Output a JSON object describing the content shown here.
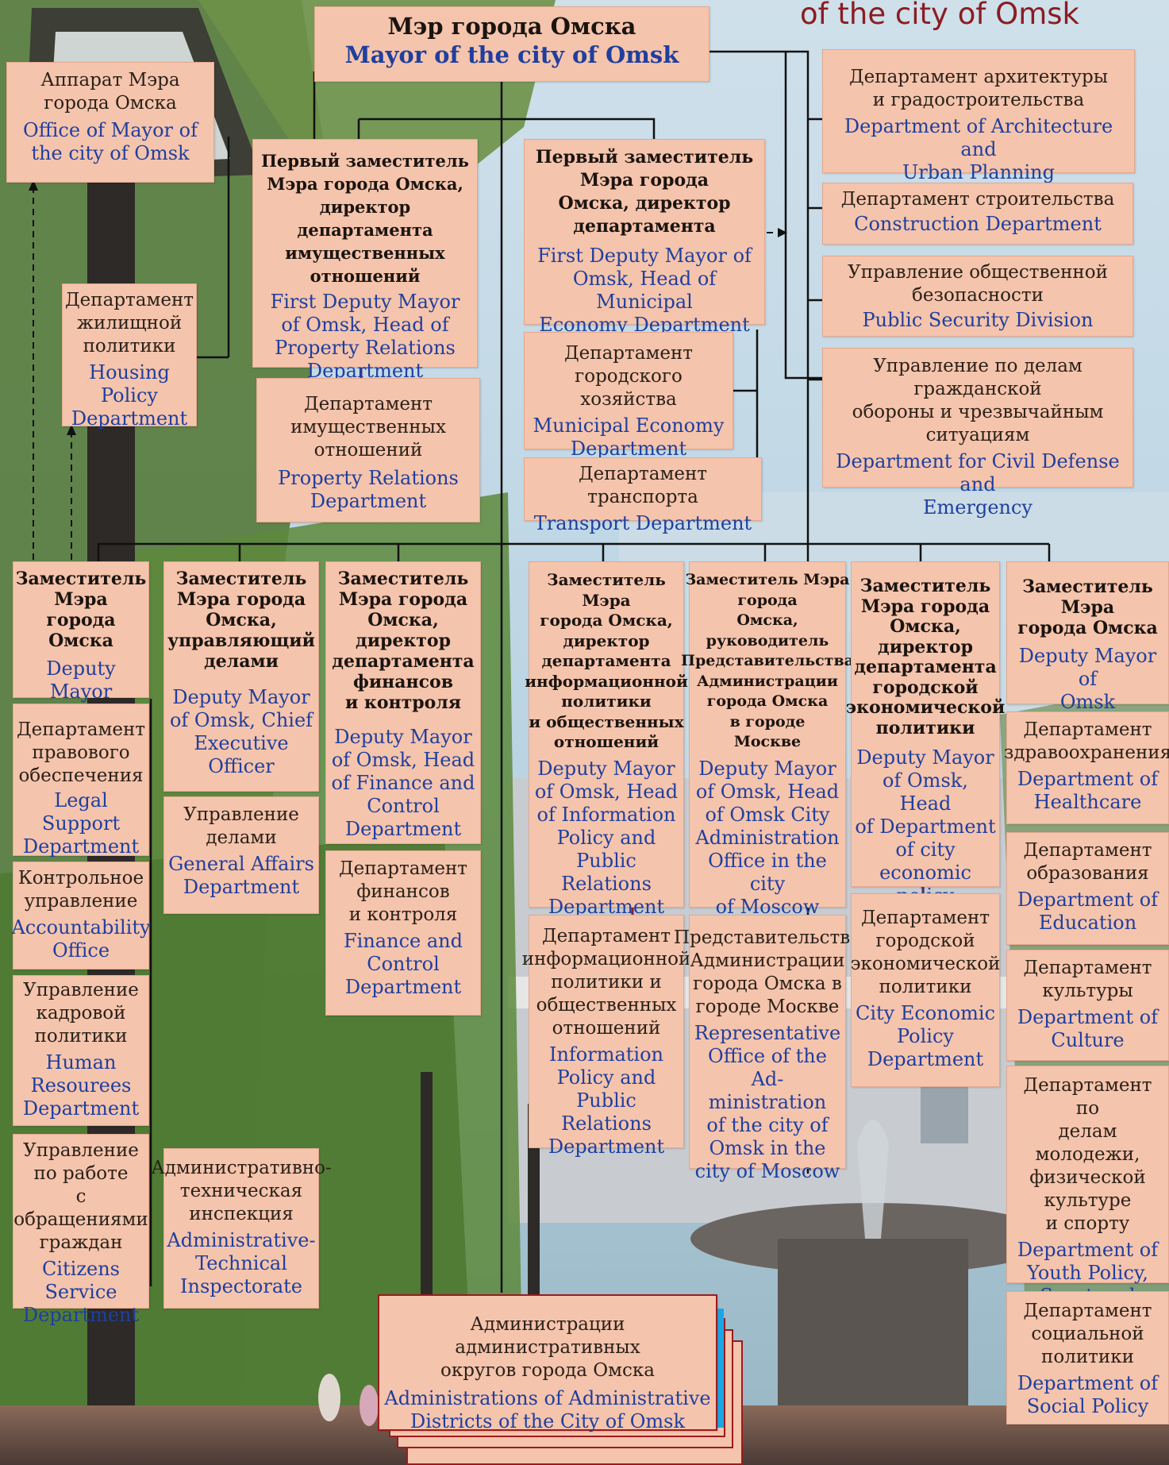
{
  "header": {
    "tagline": "of the city of Omsk"
  },
  "mayor": {
    "ru": "Мэр города Омска",
    "en": "Mayor of the city of Omsk"
  },
  "left_top": [
    {
      "ru": "Аппарат Мэра\nгорода Омска",
      "en": "Office of Mayor of\nthe city of Omsk"
    },
    {
      "ru": "Департамент\nжилищной\nполитики",
      "en": "Housing Policy\nDepartment"
    }
  ],
  "first_deputy_property": {
    "ru": "Первый заместитель\nМэра города Омска,\nдиректор департамента\nимущественных\nотношений",
    "en": "First Deputy Mayor\nof Omsk, Head of\nProperty Relations\nDepartment",
    "sub": {
      "ru": "Департамент\nимущественных\nотношений",
      "en": "Property Relations\nDepartment"
    }
  },
  "first_deputy_municipal": {
    "ru": "Первый заместитель\nМэра города\nОмска, директор\nдепартамента",
    "en": "First Deputy Mayor of\nOmsk, Head of Municipal\nEconomy Department",
    "subs": [
      {
        "ru": "Департамент\nгородского хозяйства",
        "en": "Municipal Economy\nDepartment"
      },
      {
        "ru": "Департамент транспорта",
        "en": "Transport Department"
      }
    ]
  },
  "right_column": [
    {
      "ru": "Департамент архитектуры\nи градостроительства",
      "en": "Department of Architecture and\nUrban Planning"
    },
    {
      "ru": "Департамент строительства",
      "en": "Construction Department"
    },
    {
      "ru": "Управление общественной\nбезопасности",
      "en": "Public Security Division"
    },
    {
      "ru": "Управление по делам гражданской\nобороны и чрезвычайным\nситуациям",
      "en": "Department for Civil Defense and\nEmergency"
    }
  ],
  "deputies": [
    {
      "ru": "Заместитель\nМэра\nгорода Омска",
      "en": "Deputy Mayor\nof Omsk",
      "subs": [
        {
          "ru": "Департамент\nправового\nобеспечения",
          "en": "Legal Support\nDepartment"
        },
        {
          "ru": "Контрольное\nуправление",
          "en": "Accountability\nOffice"
        },
        {
          "ru": "Управление\nкадровой\nполитики",
          "en": "Human\nResourees\nDepartment"
        },
        {
          "ru": "Управление\nпо работе\nс обращениями\nграждан",
          "en": "Citizens\nService\nDepartment"
        }
      ]
    },
    {
      "ru": "Заместитель\nМэра города\nОмска,\nуправляющий\nделами",
      "en": "Deputy Mayor\nof Omsk, Chief\nExecutive\nOfficer",
      "subs": [
        {
          "ru": "Управление\nделами",
          "en": "General Affairs\nDepartment"
        },
        {
          "ru": "Административно-\nтехническая\nинспекция",
          "en": "Administrative-\nTechnical\nInspectorate"
        }
      ]
    },
    {
      "ru": "Заместитель\nМэра города\nОмска, директор\nдепартамента\nфинансов\nи контроля",
      "en": "Deputy Mayor\nof Omsk, Head\nof Finance and\nControl\nDepartment",
      "subs": [
        {
          "ru": "Департамент\nфинансов\nи контроля",
          "en": "Finance and\nControl\nDepartment"
        }
      ]
    },
    {
      "ru": "Заместитель Мэра\nгорода Омска,\nдиректор\nдепартамента\nинформационной\nполитики\nи общественных\nотношений",
      "en": "Deputy Mayor\nof Omsk, Head\nof Information\nPolicy and\nPublic Relations\nDepartment",
      "subs": [
        {
          "ru": "Департамент\nинформационной\nполитики и\nобщественных\nотношений",
          "en": "Information\nPolicy and Public\nRelations\nDepartment"
        }
      ]
    },
    {
      "ru": "Заместитель Мэра\nгорода\nОмска,\nруководитель\nПредставительства\nАдминистрации\nгорода Омска\nв городе\nМоскве",
      "en": "Deputy Mayor\nof Omsk, Head\nof Omsk City\nAdministration\nOffice in the city\nof Moscow",
      "subs": [
        {
          "ru": "Представительство\nАдминистрации\nгорода Омска в\nгороде Москве",
          "en": "Representative\nOffice of the Ad-\nministration\nof the city of\nOmsk in the\ncity of Moscow"
        }
      ]
    },
    {
      "ru": "Заместитель\nМэра города\nОмска,\nдиректор\nдепартамента\nгородской\nэкономической\nполитики",
      "en": "Deputy Mayor\nof Omsk, Head\nof Department\nof city\neconomic policy",
      "subs": [
        {
          "ru": "Департамент\nгородской\nэкономической\nполитики",
          "en": "City Economic\nPolicy\nDepartment"
        }
      ]
    },
    {
      "ru": "Заместитель\nМэра\nгорода Омска",
      "en": "Deputy Mayor of\nOmsk",
      "subs": [
        {
          "ru": "Департамент\nздравоохранения",
          "en": "Department of\nHealthcare"
        },
        {
          "ru": "Департамент\nобразования",
          "en": "Department of\nEducation"
        },
        {
          "ru": "Департамент\nкультуры",
          "en": "Department of\nCulture"
        },
        {
          "ru": "Департамент по\nделам молодежи,\nфизической\nкультуре\nи спорту",
          "en": "Department of\nYouth Policy,\nSport and Physi-\ncal Training"
        },
        {
          "ru": "Департамент\nсоциальной\nполитики",
          "en": "Department of\nSocial Policy"
        }
      ]
    }
  ],
  "districts": {
    "ru": "Администрации административных\nокругов города Омска",
    "en": "Administrations of Administrative\nDistricts of the City of Omsk"
  },
  "colors": {
    "box": "#f5c4ac",
    "english_text": "#1f3f9e",
    "russian_text": "#2a2119",
    "tagline": "#8a1d22",
    "stack_border": "#9b1b1e",
    "stack_accent": "#1ba7e6"
  }
}
